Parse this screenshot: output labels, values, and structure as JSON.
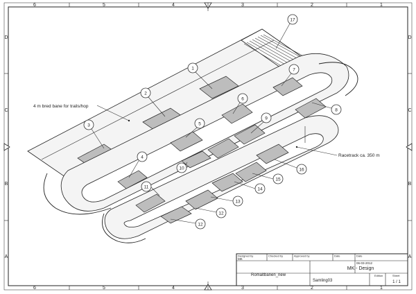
{
  "frame": {
    "top_columns": [
      "6",
      "5",
      "4",
      "3",
      "2",
      "1"
    ],
    "bottom_columns": [
      "6",
      "5",
      "4",
      "3",
      "2",
      "1"
    ],
    "left_rows": [
      "D",
      "C",
      "B",
      "A"
    ],
    "right_rows": [
      "D",
      "C",
      "B",
      "A"
    ]
  },
  "annotations": {
    "wide_lane": "4 m bred bane for trails/hop",
    "racetrack": "Racetrack ca. 350 m"
  },
  "balloons": [
    "17",
    "1",
    "2",
    "7",
    "6",
    "8",
    "3",
    "5",
    "9",
    "4",
    "10",
    "16",
    "15",
    "11",
    "14",
    "13",
    "12",
    "12"
  ],
  "title_block": {
    "designed_by_label": "Designed by",
    "designed_by_value": "MK",
    "checked_by_label": "Checked by",
    "approved_by_label": "Approved by",
    "date_label": "Date",
    "date_label_2": "Date",
    "date_value": "06-03-2012",
    "drawing_name": "Romaltbanen_new",
    "company": "MK - Design",
    "assembly": "Samling03",
    "edition_label": "Edition",
    "sheet_label": "Sheet",
    "sheet_value": "1 / 1"
  }
}
